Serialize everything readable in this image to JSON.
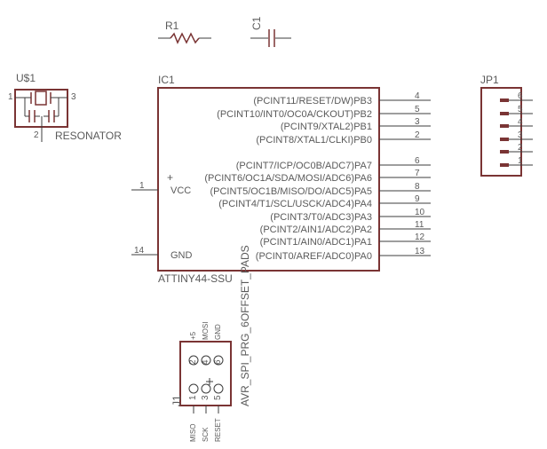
{
  "r1": {
    "name": "R1"
  },
  "c1": {
    "name": "C1"
  },
  "u1": {
    "name": "U$1",
    "value": "RESONATOR",
    "pin_left": "1",
    "pin_right": "3",
    "pin_bottom": "2"
  },
  "ic1": {
    "name": "IC1",
    "part": "ATTINY44-SSU",
    "left_pins": [
      {
        "num": "1",
        "label": "VCC",
        "plus": "+"
      },
      {
        "num": "14",
        "label": "GND"
      }
    ],
    "right_pins": [
      {
        "num": "4",
        "label": "(PCINT11/RESET/DW)PB3"
      },
      {
        "num": "5",
        "label": "(PCINT10/INT0/OC0A/CKOUT)PB2"
      },
      {
        "num": "3",
        "label": "(PCINT9/XTAL2)PB1"
      },
      {
        "num": "2",
        "label": "(PCINT8/XTAL1/CLKI)PB0"
      },
      {
        "num": "6",
        "label": "(PCINT7/ICP/OC0B/ADC7)PA7"
      },
      {
        "num": "7",
        "label": "(PCINT6/OC1A/SDA/MOSI/ADC6)PA6"
      },
      {
        "num": "8",
        "label": "(PCINT5/OC1B/MISO/DO/ADC5)PA5"
      },
      {
        "num": "9",
        "label": "(PCINT4/T1/SCL/USCK/ADC4)PA4"
      },
      {
        "num": "10",
        "label": "(PCINT3/T0/ADC3)PA3"
      },
      {
        "num": "11",
        "label": "(PCINT2/AIN1/ADC2)PA2"
      },
      {
        "num": "12",
        "label": "(PCINT1/AIN0/ADC1)PA1"
      },
      {
        "num": "13",
        "label": "(PCINT0/AREF/ADC0)PA0"
      }
    ]
  },
  "jp1": {
    "name": "JP1",
    "pins": [
      "6",
      "5",
      "4",
      "3",
      "2",
      "1"
    ]
  },
  "j1": {
    "name": "J1",
    "value": "AVR_SPI_PRG_6OFFSET_PADS",
    "top_signals": [
      "+5",
      "MOSI",
      "GND"
    ],
    "bottom_signals": [
      "MISO",
      "SCK",
      "RESET"
    ],
    "top_pins": [
      "2",
      "4",
      "6"
    ],
    "bottom_pins": [
      "1",
      "3",
      "5"
    ]
  }
}
